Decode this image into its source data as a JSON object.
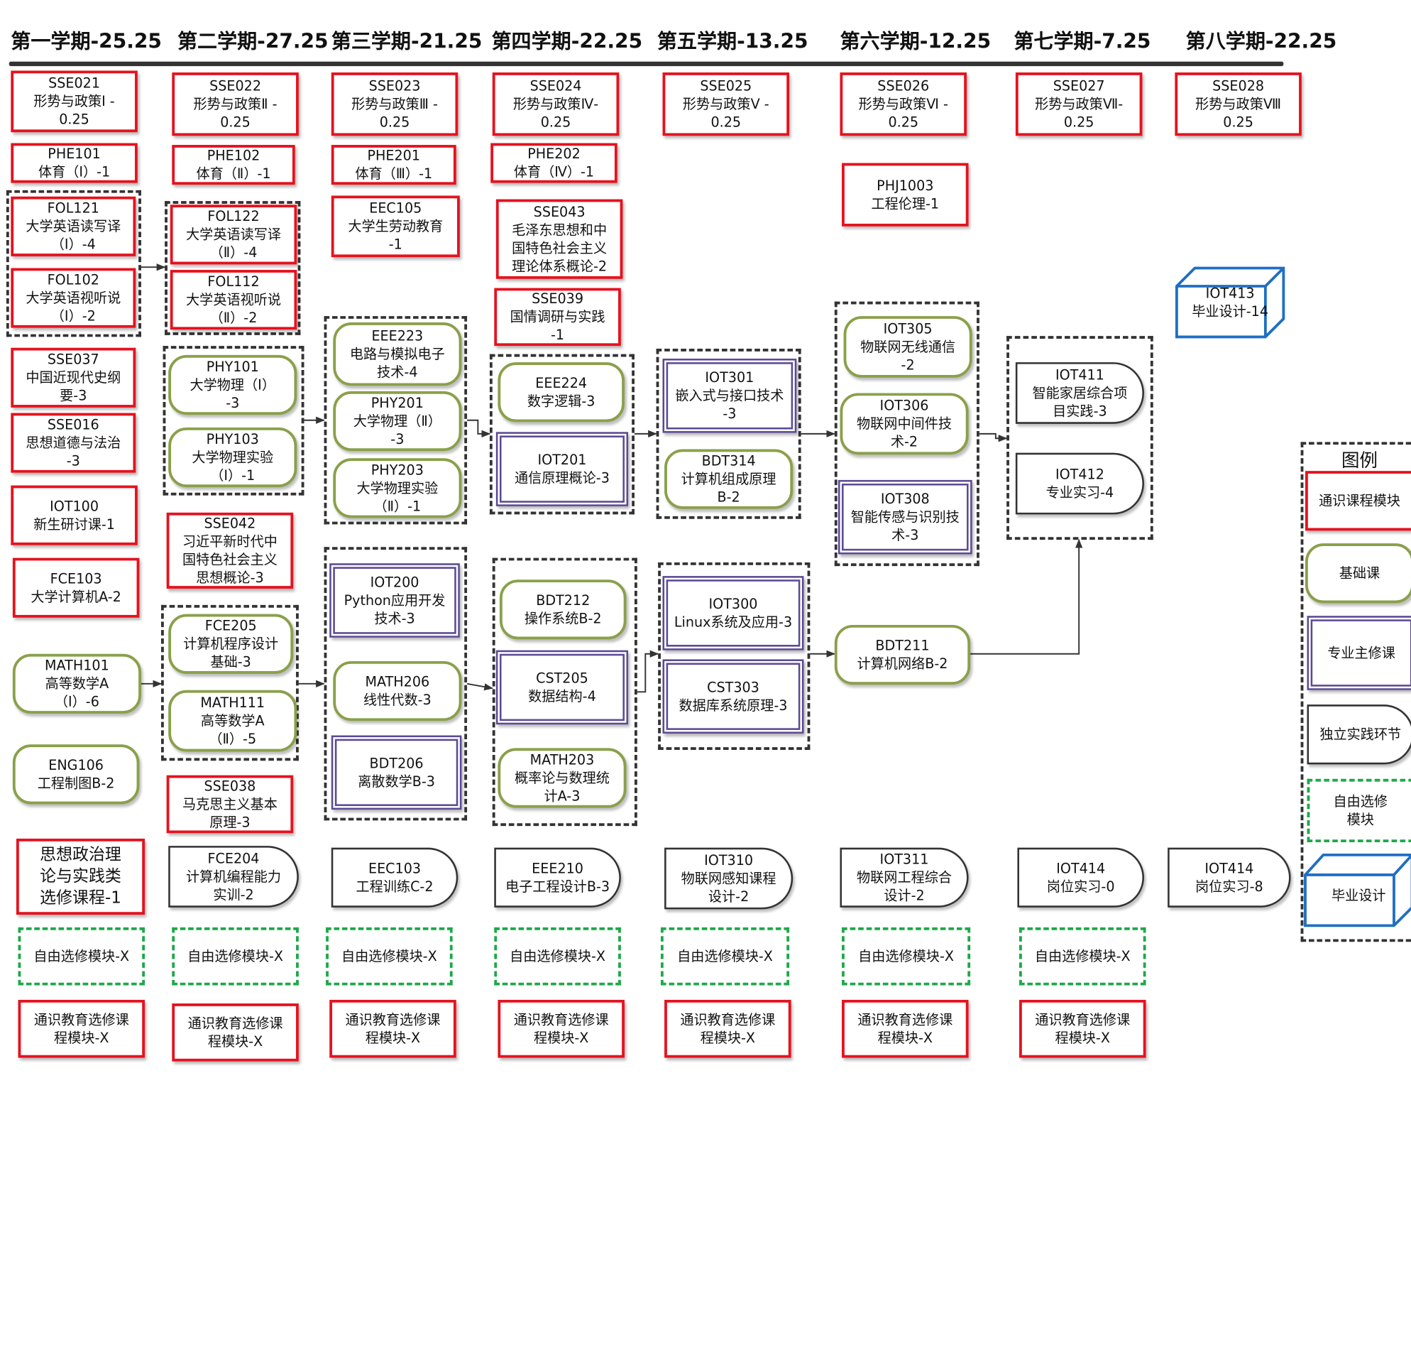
{
  "semesters": [
    {
      "label": "第一学期-25.25"
    },
    {
      "label": "第二学期-27.25"
    },
    {
      "label": "第三学期-21.25"
    },
    {
      "label": "第四学期-22.25"
    },
    {
      "label": "第五学期-13.25"
    },
    {
      "label": "第六学期-12.25"
    },
    {
      "label": "第七学期-7.25"
    },
    {
      "label": "第八学期-22.25"
    }
  ],
  "colors": {
    "general": "#e5121e",
    "basic": "#8aa04a",
    "major": "#5b4a94",
    "practice": "#333333",
    "elective": "#1ea84a",
    "thesis": "#1f6fc2"
  },
  "courses": {
    "sse021": "SSE021\n形势与政策Ⅰ -\n0.25",
    "sse022": "SSE022\n形势与政策Ⅱ -\n0.25",
    "sse023": "SSE023\n形势与政策Ⅲ -\n0.25",
    "sse024": "SSE024\n形势与政策Ⅳ-\n0.25",
    "sse025": "SSE025\n形势与政策Ⅴ -\n0.25",
    "sse026": "SSE026\n形势与政策Ⅵ -\n0.25",
    "sse027": "SSE027\n形势与政策Ⅶ-\n0.25",
    "sse028": "SSE028\n形势与政策Ⅷ\n0.25",
    "phe101": "PHE101\n体育（Ⅰ）-1",
    "phe102": "PHE102\n体育（Ⅱ）-1",
    "phe201": "PHE201\n体育（Ⅲ）-1",
    "phe202": "PHE202\n体育（Ⅳ）-1",
    "phj1003": "PHJ1003\n工程伦理-1",
    "fol121": "FOL121\n大学英语读写译\n（Ⅰ）-4",
    "fol102": "FOL102\n大学英语视听说\n（Ⅰ）-2",
    "fol122": "FOL122\n大学英语读写译\n（Ⅱ）-4",
    "fol112": "FOL112\n大学英语视听说\n（Ⅱ）-2",
    "eec105": "EEC105\n大学生劳动教育\n-1",
    "sse043": "SSE043\n毛泽东思想和中\n国特色社会主义\n理论体系概论-2",
    "sse039": "SSE039\n国情调研与实践\n-1",
    "iot413": "IOT413\n毕业设计-14",
    "sse037": "SSE037\n中国近现代史纲\n要-3",
    "sse016": "SSE016\n思想道德与法治\n-3",
    "iot100": "IOT100\n新生研讨课-1",
    "fce103": "FCE103\n大学计算机A-2",
    "math101": "MATH101\n高等数学A\n（Ⅰ）-6",
    "eng106": "ENG106\n工程制图B-2",
    "ideology": "思想政治理\n论与实践类\n选修课程-1",
    "phy101": "PHY101\n大学物理（Ⅰ）\n-3",
    "phy103": "PHY103\n大学物理实验\n（Ⅰ）-1",
    "sse042": "SSE042\n习近平新时代中\n国特色社会主义\n思想概论-3",
    "fce205": "FCE205\n计算机程序设计\n基础-3",
    "math111": "MATH111\n高等数学A\n（Ⅱ）-5",
    "sse038": "SSE038\n马克思主义基本\n原理-3",
    "fce204": "FCE204\n计算机编程能力\n实训-2",
    "eee223": "EEE223\n电路与模拟电子\n技术-4",
    "phy201": "PHY201\n大学物理（Ⅱ）\n-3",
    "phy203": "PHY203\n大学物理实验\n（Ⅱ）-1",
    "iot200": "IOT200\nPython应用开发\n技术-3",
    "math206": "MATH206\n线性代数-3",
    "bdt206": "BDT206\n离散数学B-3",
    "eec103": "EEC103\n工程训练C-2",
    "eee224": "EEE224\n数字逻辑-3",
    "iot201": "IOT201\n通信原理概论-3",
    "bdt212": "BDT212\n操作系统B-2",
    "cst205": "CST205\n数据结构-4",
    "math203": "MATH203\n概率论与数理统\n计A-3",
    "eee210": "EEE210\n电子工程设计B-3",
    "iot301": "IOT301\n嵌入式与接口技术\n-3",
    "bdt314": "BDT314\n计算机组成原理\nB-2",
    "iot300": "IOT300\nLinux系统及应用-3",
    "cst303": "CST303\n数据库系统原理-3",
    "iot310": "IOT310\n物联网感知课程\n设计-2",
    "iot305": "IOT305\n物联网无线通信\n-2",
    "iot306": "IOT306\n物联网中间件技\n术-2",
    "iot308": "IOT308\n智能传感与识别技\n术-3",
    "bdt211": "BDT211\n计算机网络B-2",
    "iot311": "IOT311\n物联网工程综合\n设计-2",
    "iot411": "IOT411\n智能家居综合项\n目实践-3",
    "iot412": "IOT412\n专业实习-4",
    "iot414a": "IOT414\n岗位实习-0",
    "iot414b": "IOT414\n岗位实习-8"
  },
  "elective_label": "自由选修模块-X",
  "general_elective_label": "通识教育选修课\n程模块-X",
  "legend": {
    "title": "图例",
    "general": "通识课程模块",
    "basic": "基础课",
    "major": "专业主修课",
    "practice": "独立实践环节",
    "elective": "自由选修\n模块",
    "thesis": "毕业设计"
  }
}
